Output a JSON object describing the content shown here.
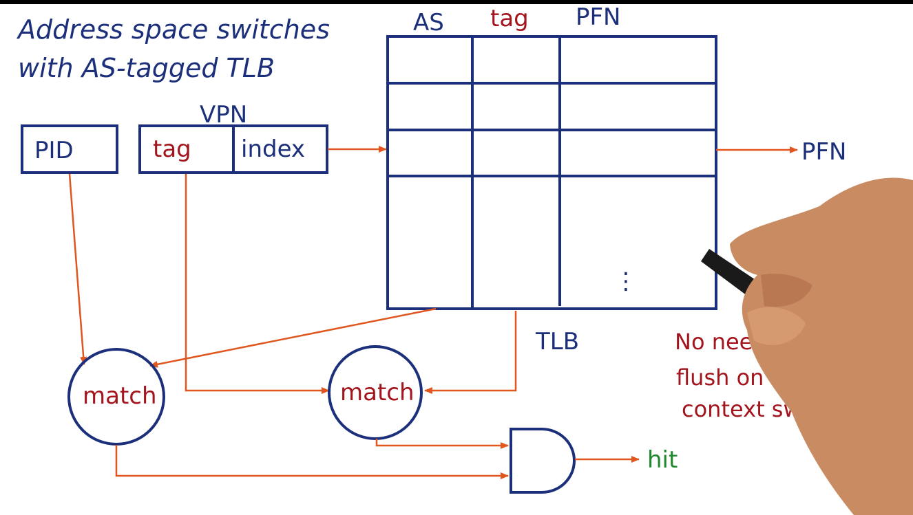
{
  "title": {
    "line1": "Address space switches",
    "line2": "with AS-tagged TLB"
  },
  "tlb": {
    "col_headers": [
      "AS",
      "tag",
      "PFN"
    ],
    "label": "TLB",
    "output": "PFN",
    "ellipsis": "⋮"
  },
  "address": {
    "vpn_label": "VPN",
    "pid": "PID",
    "tag": "tag",
    "index": "index"
  },
  "match1": "match",
  "match2": "match",
  "hit": "hit",
  "note": {
    "line1": "No need for",
    "line2": "flush on",
    "line3": "context switc"
  },
  "colors": {
    "ink": "#1b2f7a",
    "red": "#a3141c",
    "green": "#1f8a2c",
    "wire": "#e0561e"
  }
}
